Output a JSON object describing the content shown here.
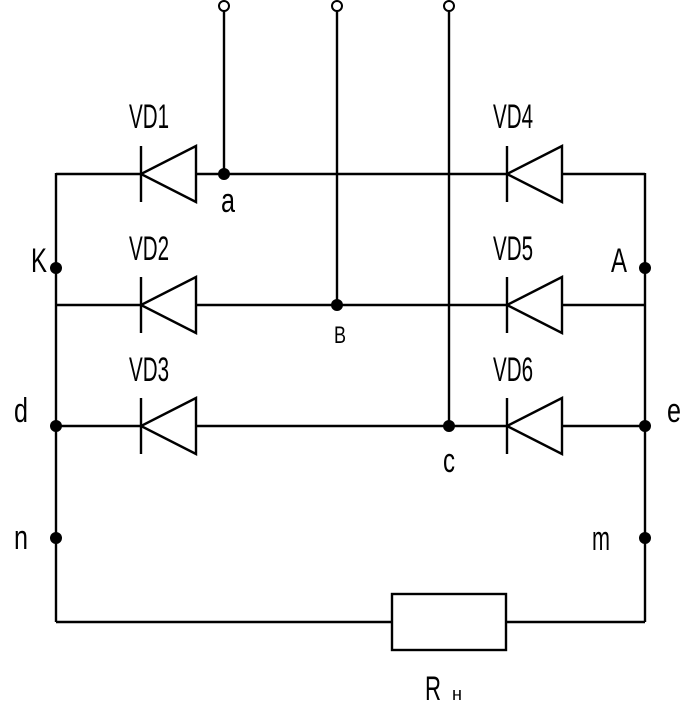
{
  "diodes": {
    "vd1": "VD1",
    "vd2": "VD2",
    "vd3": "VD3",
    "vd4": "VD4",
    "vd5": "VD5",
    "vd6": "VD6"
  },
  "nodes": {
    "a": "a",
    "b": "B",
    "c": "c",
    "k": "K",
    "anode": "A",
    "d": "d",
    "e": "e",
    "n": "n",
    "m": "m"
  },
  "resistor": {
    "label": "R",
    "subscript": "н"
  }
}
